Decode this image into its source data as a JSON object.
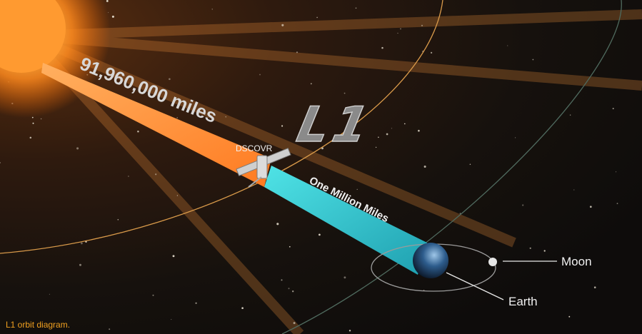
{
  "diagram": {
    "distance_sun_label": "91,960,000 miles",
    "distance_earth_label": "One Million Miles",
    "point_label": "L1",
    "spacecraft_label": "DSCOVR",
    "earth_label": "Earth",
    "moon_label": "Moon"
  },
  "caption": "L1 orbit diagram.",
  "colors": {
    "sun": "#ff8a1e",
    "sun_beam": "#ff9440",
    "earth_beam": "#3fd0d6",
    "earth_orbit": "#4f6a5e",
    "sun_orbit": "#d99a4a",
    "l1_letters": "#8a8a8a"
  }
}
